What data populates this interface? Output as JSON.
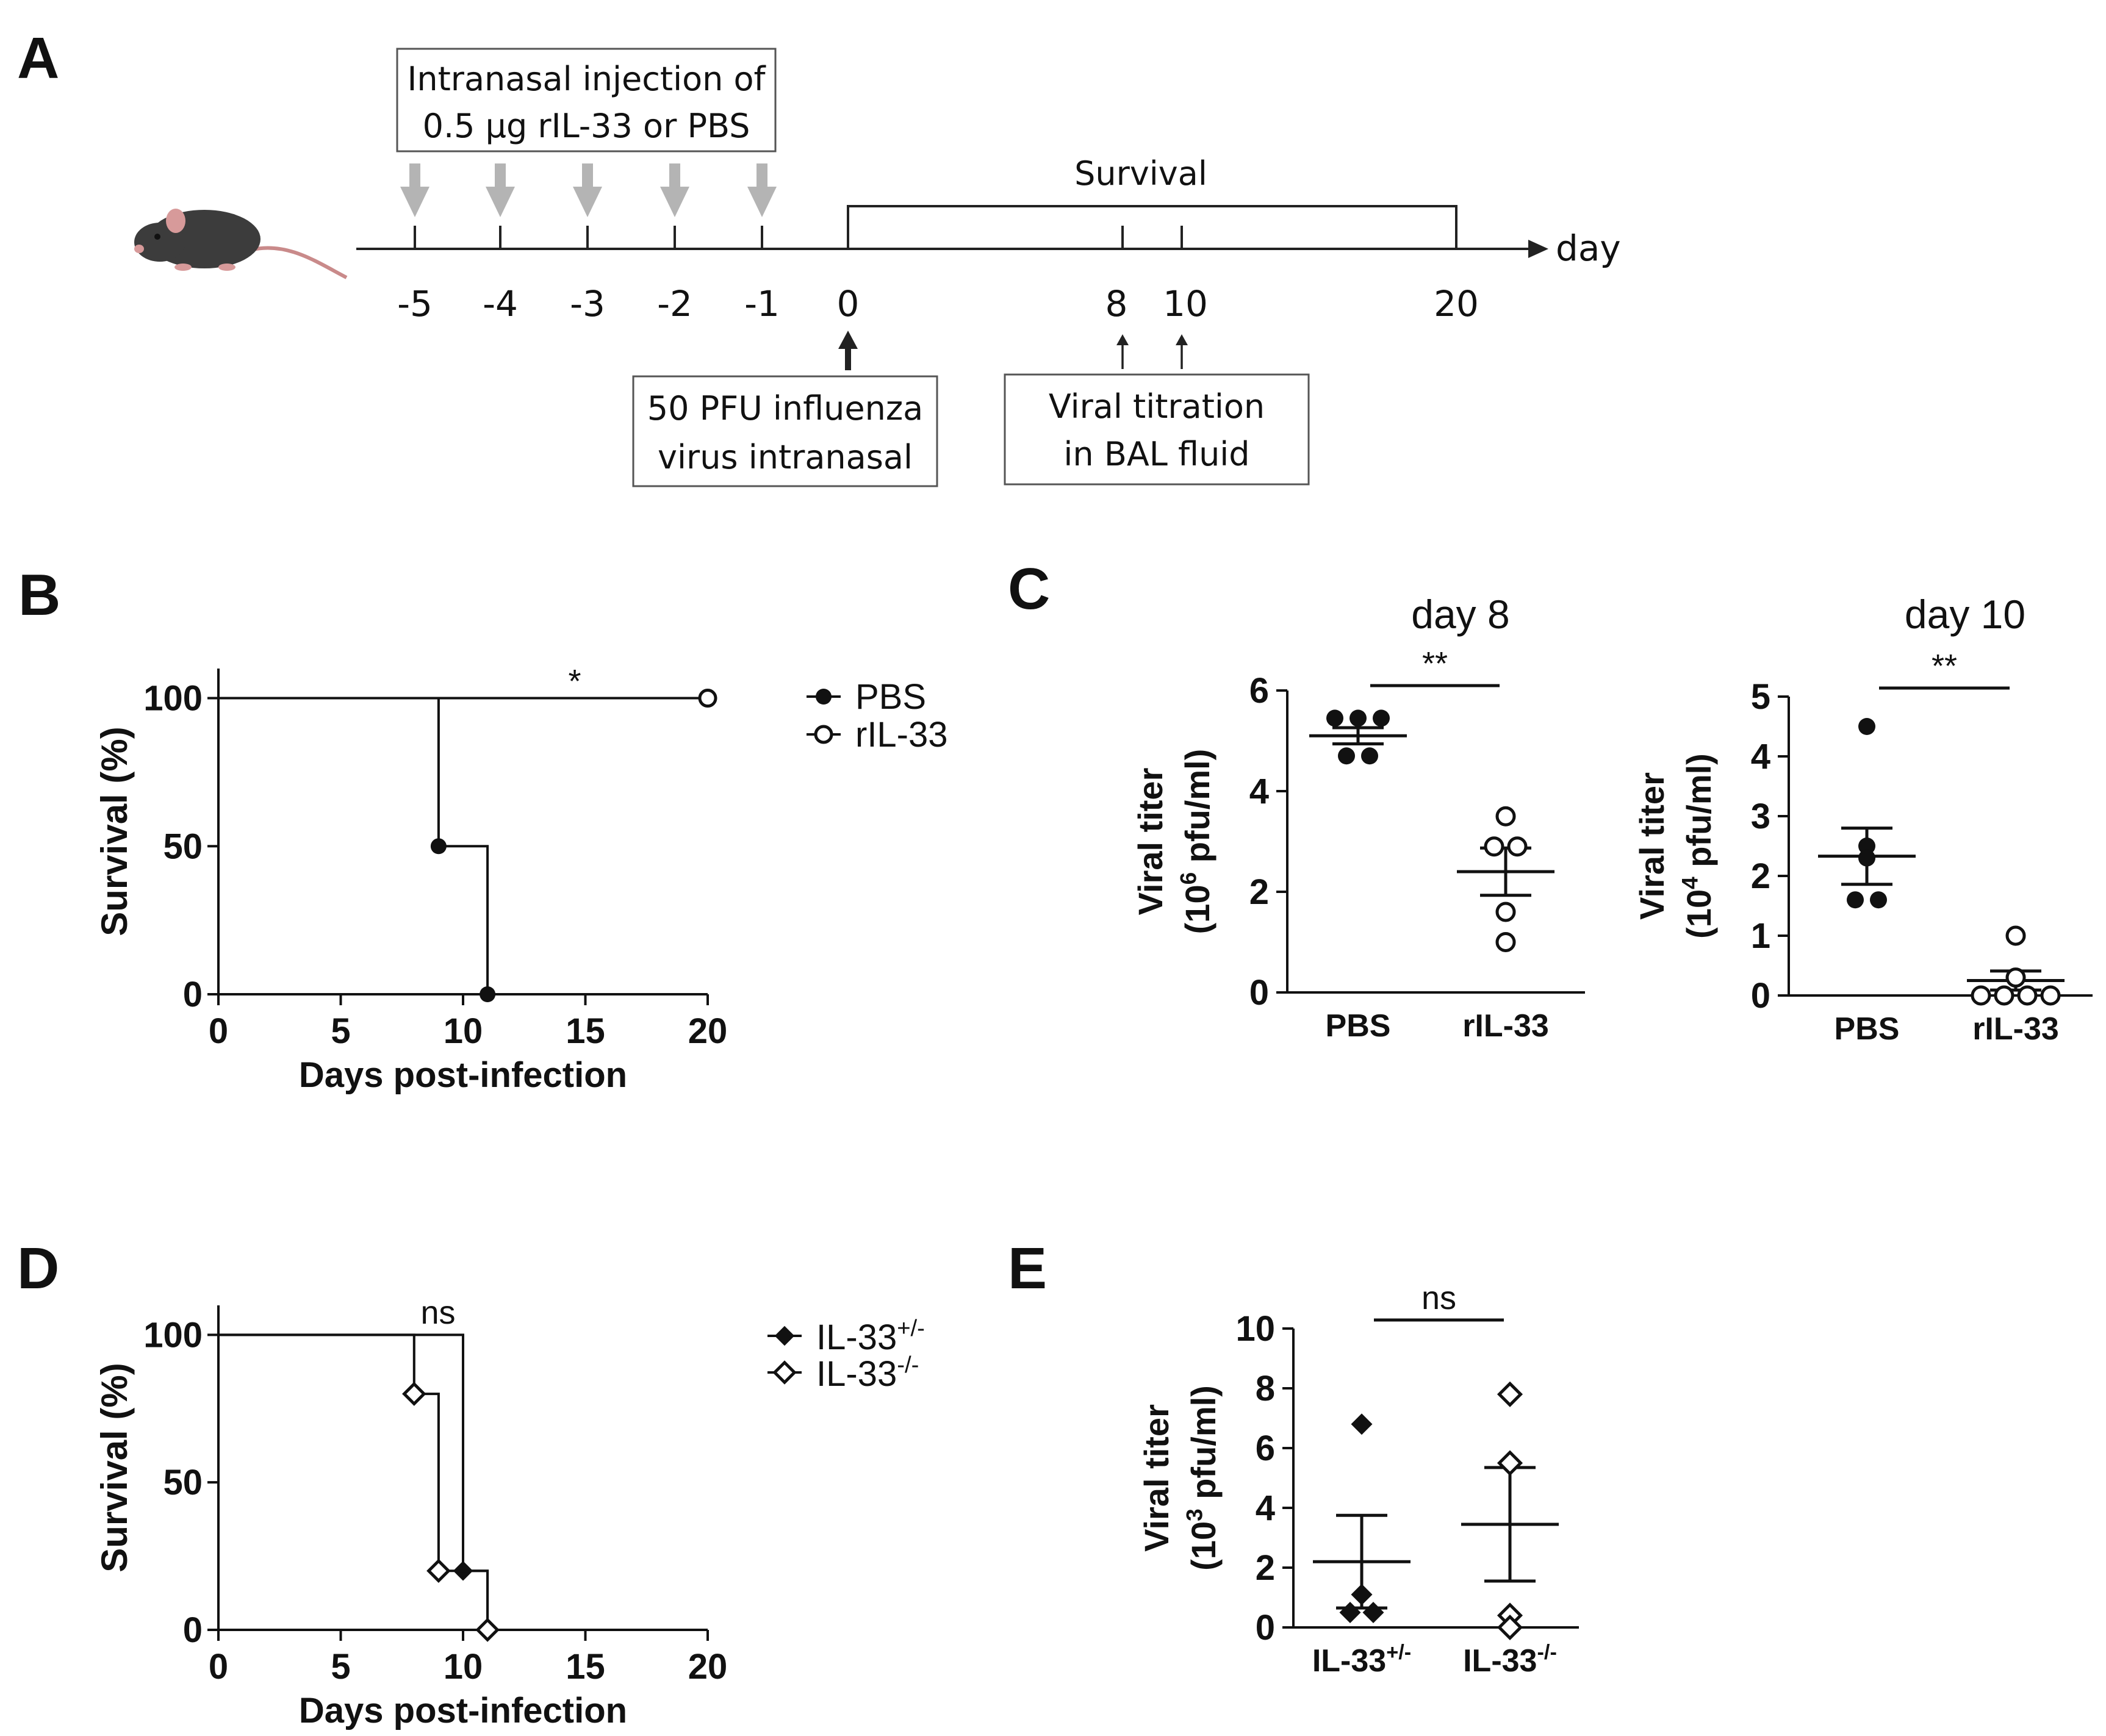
{
  "panels": {
    "a": "A",
    "b": "B",
    "c": "C",
    "d": "D",
    "e": "E"
  },
  "timeline": {
    "injection_line1": "Intranasal injection of",
    "injection_line2": "0.5 µg rIL-33 or PBS",
    "survival_label": "Survival",
    "axis_label": "day",
    "ticks": [
      "-5",
      "-4",
      "-3",
      "-2",
      "-1",
      "0",
      "8",
      "10",
      "20"
    ],
    "infection_line1": "50 PFU influenza",
    "infection_line2": "virus intranasal",
    "titration_line1": "Viral titration",
    "titration_line2": "in BAL fluid",
    "colors": {
      "injection_arrow": "#b4b4b4",
      "mouse_body": "#3c3c3c",
      "mouse_ear": "#d79a9a"
    }
  },
  "chart_data": [
    {
      "id": "B",
      "type": "line",
      "xlabel": "Days post-infection",
      "ylabel": "Survival (%)",
      "xlim": [
        0,
        20
      ],
      "ylim": [
        0,
        110
      ],
      "xticks": [
        "0",
        "5",
        "10",
        "15",
        "20"
      ],
      "yticks": [
        "0",
        "50",
        "100"
      ],
      "annotation": "*",
      "series": [
        {
          "name": "PBS",
          "marker": "filled-circle",
          "steps": [
            [
              0,
              100
            ],
            [
              9,
              100
            ],
            [
              9,
              50
            ],
            [
              11,
              50
            ],
            [
              11,
              0
            ]
          ],
          "markers": [
            [
              9,
              50
            ],
            [
              11,
              0
            ]
          ]
        },
        {
          "name": "rIL-33",
          "marker": "open-circle",
          "steps": [
            [
              0,
              100
            ],
            [
              20,
              100
            ]
          ],
          "markers": [
            [
              20,
              100
            ]
          ]
        }
      ]
    },
    {
      "id": "C-day8",
      "type": "scatter",
      "title": "day 8",
      "ylabel_line1": "Viral titer",
      "ylabel_pre": "(10",
      "ylabel_sup": "6",
      "ylabel_post": " pfu/ml)",
      "ylim": [
        0,
        6
      ],
      "yticks": [
        "0",
        "2",
        "4",
        "6"
      ],
      "categories": [
        "PBS",
        "rIL-33"
      ],
      "significance": "**",
      "series": [
        {
          "category": "PBS",
          "marker": "filled-circle",
          "values": [
            5.45,
            5.45,
            5.45,
            4.7,
            4.7
          ],
          "mean": 5.1,
          "sem": 0.16
        },
        {
          "category": "rIL-33",
          "marker": "open-circle",
          "values": [
            3.5,
            2.9,
            2.9,
            1.6,
            1.0
          ],
          "mean": 2.4,
          "sem": 0.47
        }
      ]
    },
    {
      "id": "C-day10",
      "type": "scatter",
      "title": "day 10",
      "ylabel_line1": "Viral titer",
      "ylabel_pre": "(10",
      "ylabel_sup": "4",
      "ylabel_post": " pfu/ml)",
      "ylim": [
        0,
        5
      ],
      "yticks": [
        "0",
        "1",
        "2",
        "3",
        "4",
        "5"
      ],
      "categories": [
        "PBS",
        "rIL-33"
      ],
      "significance": "**",
      "series": [
        {
          "category": "PBS",
          "marker": "filled-circle",
          "values": [
            4.5,
            2.5,
            2.3,
            1.6,
            1.6
          ],
          "mean": 2.33,
          "sem": 0.47
        },
        {
          "category": "rIL-33",
          "marker": "open-circle",
          "values": [
            1.0,
            0.3,
            0.0,
            0.0,
            0.0,
            0.0
          ],
          "mean": 0.25,
          "sem": 0.16
        }
      ]
    },
    {
      "id": "D",
      "type": "line",
      "xlabel": "Days post-infection",
      "ylabel": "Survival (%)",
      "xlim": [
        0,
        20
      ],
      "ylim": [
        0,
        110
      ],
      "xticks": [
        "0",
        "5",
        "10",
        "15",
        "20"
      ],
      "yticks": [
        "0",
        "50",
        "100"
      ],
      "annotation": "ns",
      "series": [
        {
          "name_pre": "IL-33",
          "name_sup": "+/-",
          "marker": "filled-diamond",
          "steps": [
            [
              0,
              100
            ],
            [
              10,
              100
            ],
            [
              10,
              20
            ],
            [
              11,
              20
            ],
            [
              11,
              0
            ],
            [
              20,
              0
            ]
          ],
          "markers": [
            [
              10,
              20
            ],
            [
              11,
              0
            ]
          ]
        },
        {
          "name_pre": "IL-33",
          "name_sup": "-/-",
          "marker": "open-diamond",
          "steps": [
            [
              0,
              100
            ],
            [
              8,
              100
            ],
            [
              8,
              80
            ],
            [
              9,
              80
            ],
            [
              9,
              20
            ],
            [
              11,
              20
            ],
            [
              11,
              0
            ],
            [
              20,
              0
            ]
          ],
          "markers": [
            [
              8,
              80
            ],
            [
              9,
              20
            ],
            [
              11,
              0
            ]
          ]
        }
      ]
    },
    {
      "id": "E",
      "type": "scatter",
      "ylabel_line1": "Viral titer",
      "ylabel_pre": "(10",
      "ylabel_sup": "3",
      "ylabel_post": " pfu/ml)",
      "ylim": [
        0,
        10
      ],
      "yticks": [
        "0",
        "2",
        "4",
        "6",
        "8",
        "10"
      ],
      "categories": [
        {
          "pre": "IL-33",
          "sup": "+/-"
        },
        {
          "pre": "IL-33",
          "sup": "-/-"
        }
      ],
      "significance": "ns",
      "series": [
        {
          "category_index": 0,
          "marker": "filled-diamond",
          "values": [
            6.8,
            1.1,
            0.5,
            0.5
          ],
          "mean": 2.2,
          "sem": 1.55
        },
        {
          "category_index": 1,
          "marker": "open-diamond",
          "values": [
            7.8,
            5.5,
            0.4,
            0.0
          ],
          "mean": 3.45,
          "sem": 1.9
        }
      ]
    }
  ]
}
